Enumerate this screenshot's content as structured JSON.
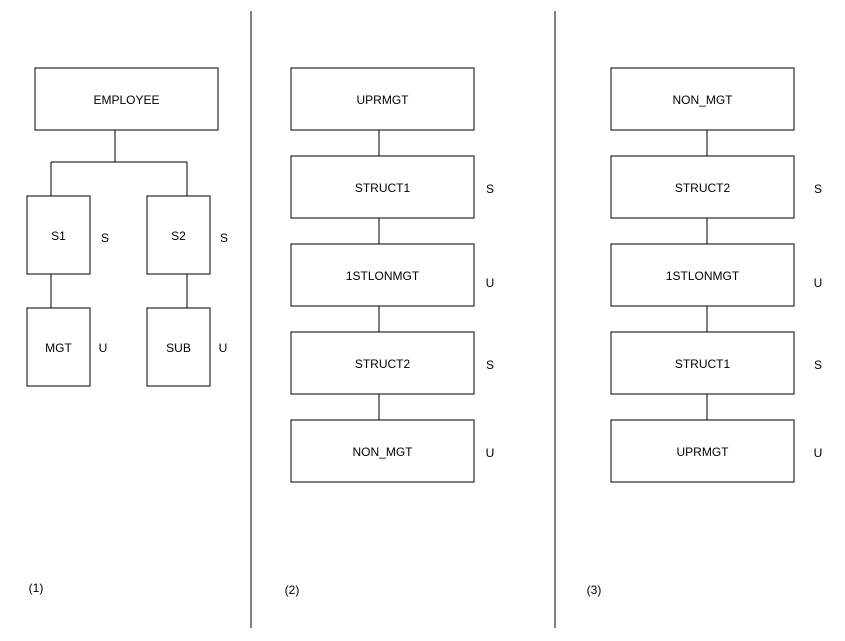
{
  "panels": [
    {
      "caption": "(1)",
      "root": "EMPLOYEE",
      "branches": [
        {
          "top": "S1",
          "top_tag": "S",
          "bottom": "MGT",
          "bottom_tag": "U"
        },
        {
          "top": "S2",
          "top_tag": "S",
          "bottom": "SUB",
          "bottom_tag": "U"
        }
      ]
    },
    {
      "caption": "(2)",
      "chain": [
        {
          "label": "UPRMGT",
          "tag": ""
        },
        {
          "label": "STRUCT1",
          "tag": "S"
        },
        {
          "label": "1STLONMGT",
          "tag": "U"
        },
        {
          "label": "STRUCT2",
          "tag": "S"
        },
        {
          "label": "NON_MGT",
          "tag": "U"
        }
      ]
    },
    {
      "caption": "(3)",
      "chain": [
        {
          "label": "NON_MGT",
          "tag": ""
        },
        {
          "label": "STRUCT2",
          "tag": "S"
        },
        {
          "label": "1STLONMGT",
          "tag": "U"
        },
        {
          "label": "STRUCT1",
          "tag": "S"
        },
        {
          "label": "UPRMGT",
          "tag": "U"
        }
      ]
    }
  ]
}
